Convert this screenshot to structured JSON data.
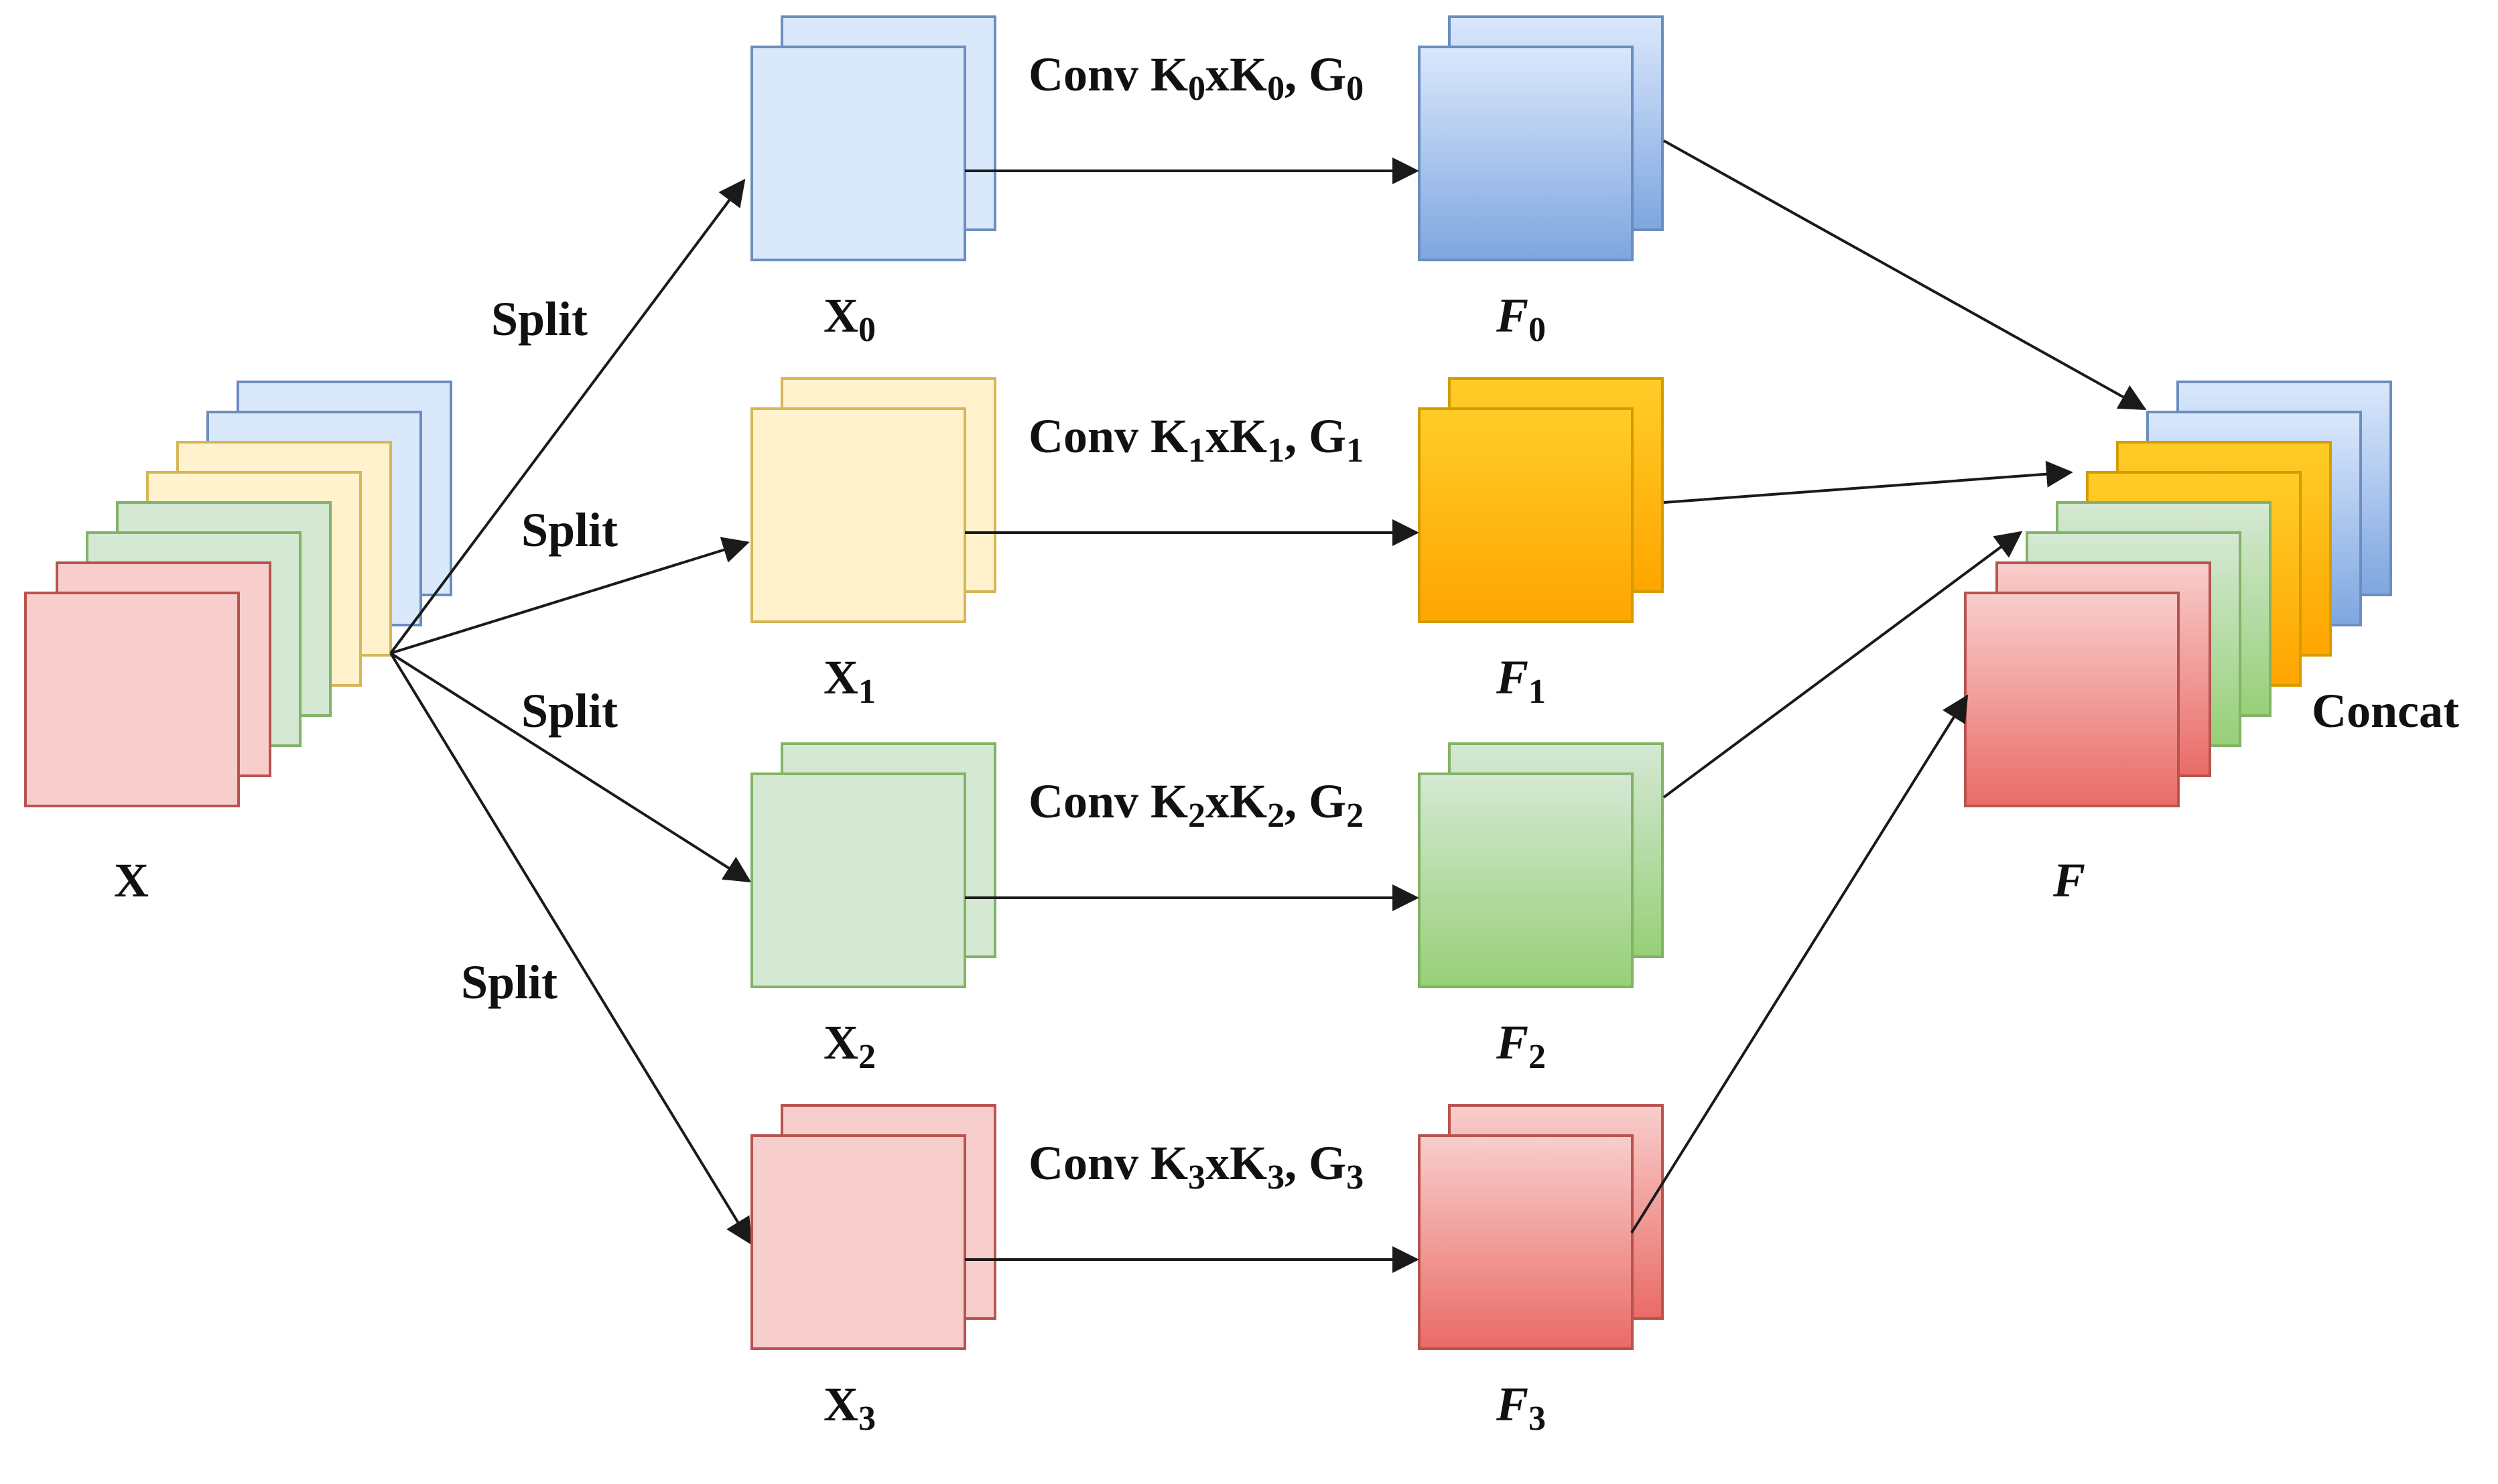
{
  "labels": {
    "input": "X",
    "split": "Split",
    "output": "F",
    "concat": "Concat",
    "conv_prefix": "Conv ",
    "conv_k": "K",
    "conv_x": "x",
    "conv_sep": ", ",
    "conv_g": "G",
    "split_prefix": "X",
    "feature_prefix": "F"
  },
  "branches": [
    {
      "index": "0",
      "color_light": "#dae8fc",
      "color_dark": "#7ea6e0",
      "border": "#6c8ebf"
    },
    {
      "index": "1",
      "color_light": "#ffd24d",
      "color_dark": "#ffa500",
      "border": "#d79b00"
    },
    {
      "index": "2",
      "color_light": "#d5e8d4",
      "color_dark": "#97d077",
      "border": "#82b366"
    },
    {
      "index": "3",
      "color_light": "#f8cecc",
      "color_dark": "#ea6b66",
      "border": "#b85450"
    }
  ],
  "split_fills": [
    {
      "fill": "#dae8fc",
      "border": "#6c8ebf"
    },
    {
      "fill": "#fff2cc",
      "border": "#d6b656"
    },
    {
      "fill": "#d5e8d4",
      "border": "#82b366"
    },
    {
      "fill": "#f8cecc",
      "border": "#b85450"
    }
  ]
}
